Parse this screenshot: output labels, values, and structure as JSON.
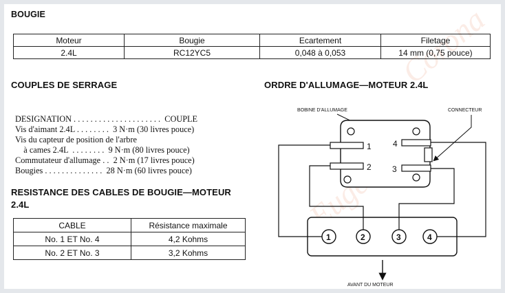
{
  "bougie": {
    "title": "BOUGIE",
    "headers": [
      "Moteur",
      "Bougie",
      "Ecartement",
      "Filetage"
    ],
    "row": [
      "2.4L",
      "RC12YC5",
      "0,048 à 0,053",
      "14 mm (0,75 pouce)"
    ]
  },
  "couples": {
    "title": "COUPLES DE SERRAGE",
    "lines": [
      "DESIGNATION . . . . . . . . . . . . . . . . . . . . .  COUPLE",
      "Vis d'aimant 2.4L . . . . . . . .  3 N·m (30 livres pouce)",
      "Vis du capteur de position de l'arbre",
      "    à cames 2.4L  . . . . . . . .  9 N·m (80 livres pouce)",
      "Commutateur d'allumage . .  2 N·m (17 livres pouce)",
      "Bougies . . . . . . . . . . . . . .  28 N·m (60 livres pouce)"
    ]
  },
  "resistance": {
    "title_line1": "RESISTANCE DES CABLES DE BOUGIE—MOTEUR",
    "title_line2": "2.4L",
    "headers": [
      "CABLE",
      "Résistance maximale"
    ],
    "rows": [
      [
        "No. 1 ET No. 4",
        "4,2 Kohms"
      ],
      [
        "No. 2 ET No. 3",
        "3,2 Kohms"
      ]
    ]
  },
  "ordre": {
    "title": "ORDRE D'ALLUMAGE—MOTEUR 2.4L",
    "label_bobine": "BOBINE D'ALLUMAGE",
    "label_connecteur": "CONNECTEUR",
    "label_avant": "AVANT DU MOTEUR",
    "coil_terminals": [
      "1",
      "2",
      "3",
      "4"
    ],
    "cylinders": [
      "1",
      "2",
      "3",
      "4"
    ]
  },
  "watermark": {
    "text_a": "Eugene",
    "text_b": "Corona"
  }
}
